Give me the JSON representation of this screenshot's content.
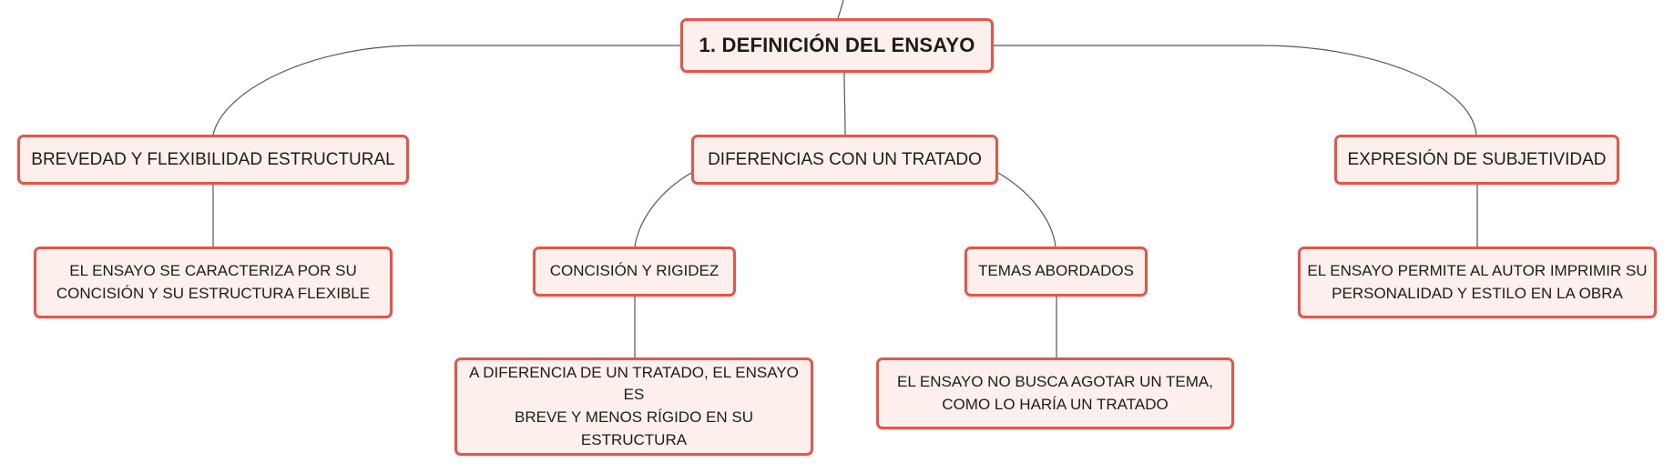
{
  "mindmap": {
    "root": {
      "label": "1. DEFINICIÓN DEL ENSAYO"
    },
    "branches": [
      {
        "label": "BREVEDAD Y FLEXIBILIDAD ESTRUCTURAL",
        "children": [
          {
            "lines": [
              "EL ENSAYO SE CARACTERIZA POR SU",
              "CONCISIÓN Y SU ESTRUCTURA FLEXIBLE"
            ]
          }
        ]
      },
      {
        "label": "DIFERENCIAS CON UN TRATADO",
        "children": [
          {
            "label": "CONCISIÓN Y RIGIDEZ",
            "children": [
              {
                "lines": [
                  "A DIFERENCIA DE UN TRATADO, EL ENSAYO ES",
                  "BREVE Y MENOS RÍGIDO EN SU ESTRUCTURA"
                ]
              }
            ]
          },
          {
            "label": "TEMAS ABORDADOS",
            "children": [
              {
                "lines": [
                  "EL ENSAYO NO BUSCA AGOTAR UN TEMA,",
                  "COMO LO HARÍA UN TRATADO"
                ]
              }
            ]
          }
        ]
      },
      {
        "label": "EXPRESIÓN DE SUBJETIVIDAD",
        "children": [
          {
            "lines": [
              "EL ENSAYO PERMITE AL AUTOR IMPRIMIR SU",
              "PERSONALIDAD Y ESTILO EN LA OBRA"
            ]
          }
        ]
      }
    ]
  },
  "colors": {
    "node_border": "#e2574c",
    "node_fill": "#fdf0ec",
    "connector": "#555555",
    "text": "#1c1c1c"
  }
}
